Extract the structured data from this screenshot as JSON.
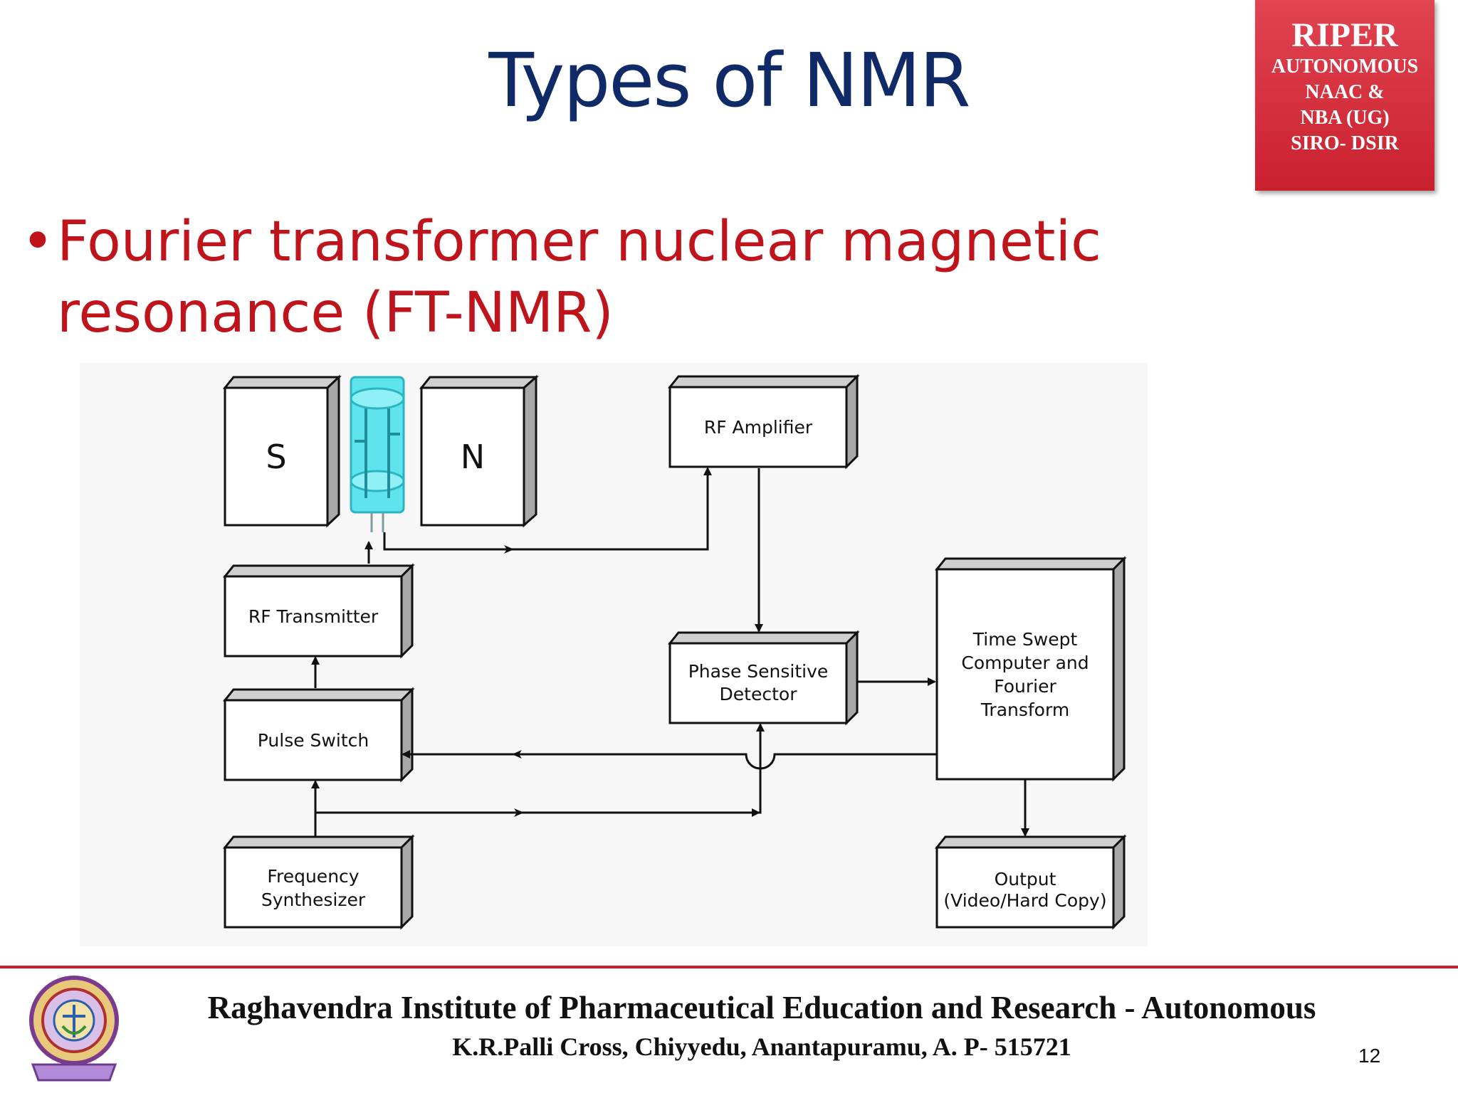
{
  "slide": {
    "title": "Types of NMR",
    "bullet": "Fourier transformer nuclear magnetic resonance (FT-NMR)",
    "page_number": "12"
  },
  "badge": {
    "line1": "RIPER",
    "line2": "AUTONOMOUS",
    "line3": "NAAC &",
    "line4": "NBA (UG)",
    "line5": "SIRO- DSIR"
  },
  "diagram": {
    "magnet_south": "S",
    "magnet_north": "N",
    "rf_amplifier": "RF Amplifier",
    "rf_transmitter": "RF Transmitter",
    "pulse_switch": "Pulse Switch",
    "frequency_synthesizer": [
      "Frequency",
      "Synthesizer"
    ],
    "phase_detector": [
      "Phase Sensitive",
      "Detector"
    ],
    "computer": [
      "Time Swept",
      "Computer and",
      "Fourier",
      "Transform"
    ],
    "output": [
      "Output",
      "(Video/Hard Copy)"
    ]
  },
  "footer": {
    "institute": "Raghavendra Institute of Pharmaceutical Education and Research - Autonomous",
    "address": "K.R.Palli Cross, Chiyyedu, Anantapuramu, A. P- 515721"
  },
  "colors": {
    "title": "#0f2a66",
    "bullet": "#c0141c",
    "badge": "#d62e3c",
    "footer_rule": "#cc1f2a",
    "sample_tube": "#5fe3ec"
  }
}
